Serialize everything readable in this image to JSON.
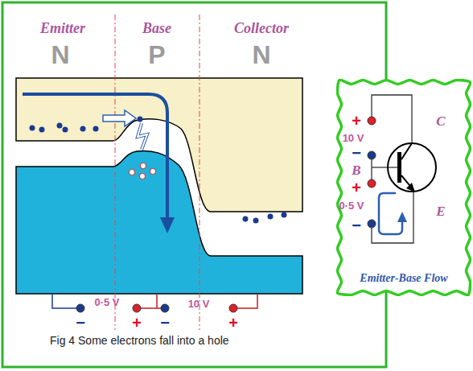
{
  "diagram": {
    "caption": "Fig 4 Some electrons fall into a hole",
    "nodes": [
      {
        "text": [
          "Emitter-Base Flow"
        ]
      }
    ],
    "labels": [
      "Emitter",
      "Base",
      "Collector",
      "N",
      "P",
      "N",
      "−",
      "0·5 V",
      "+",
      "−",
      "10 V",
      "+",
      "+",
      "10 V",
      "−",
      "C",
      "B",
      "+",
      "0·5 V",
      "−",
      "E"
    ]
  }
}
